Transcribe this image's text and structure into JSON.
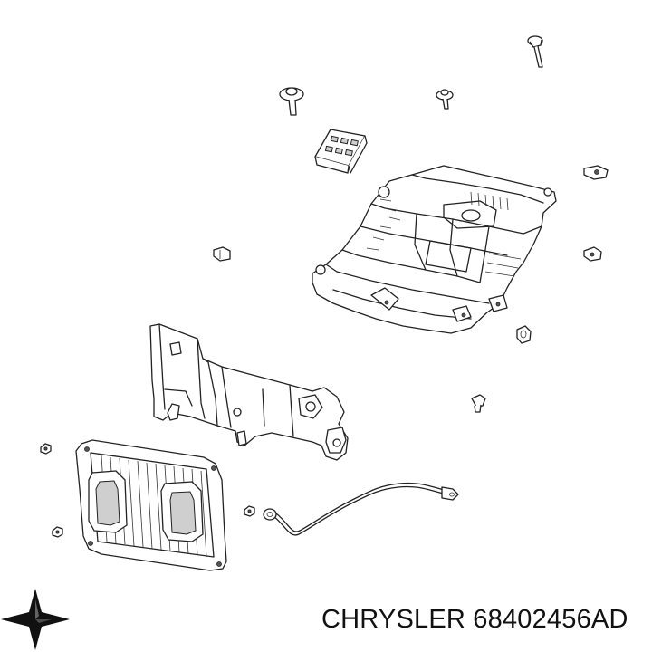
{
  "caption": {
    "brand": "CHRYSLER",
    "part_number": "68402456AD"
  },
  "logo": {
    "icon": "chrysler-star-logo-icon"
  },
  "diagram": {
    "type": "exploded-parts-illustration",
    "parts": [
      "long-bolt",
      "flange-bolt-left",
      "flange-bolt-right",
      "connector-plug",
      "clip-right-top",
      "clip-left",
      "clip-right-mid",
      "ecu-mounting-tray",
      "nut-clip-lower",
      "push-pin",
      "mounting-bracket",
      "engine-control-module",
      "ground-strap-cable",
      "nut-left-top",
      "nut-left-bottom",
      "nut-center"
    ]
  }
}
